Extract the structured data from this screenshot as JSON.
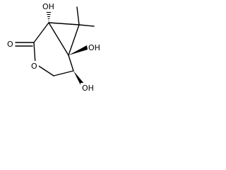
{
  "molecule": {
    "atoms": {
      "hydroxyl_c1": "OH",
      "hydroxyl_c6": "OH",
      "hydroxyl_c5": "OH",
      "carbonyl_oxygen": "O",
      "ring_oxygen": "O"
    },
    "colors": {
      "bond": "#000000",
      "background": "#ffffff"
    }
  }
}
